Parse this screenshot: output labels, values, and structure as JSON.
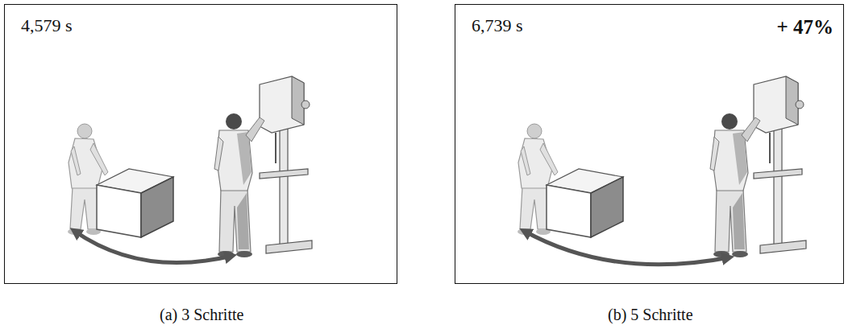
{
  "diagram": {
    "nodes": [
      {
        "text": [
          "4,579 s",
          "(a) 3 Schritte"
        ]
      },
      {
        "text": [
          "6,739 s",
          "+ 47%",
          "(b) 5 Schritte"
        ]
      }
    ]
  }
}
